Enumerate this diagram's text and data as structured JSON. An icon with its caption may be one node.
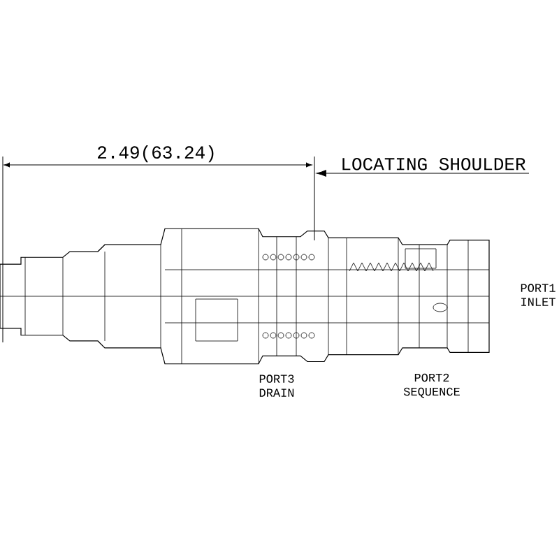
{
  "diagram": {
    "nodes": [
      {
        "text": [
          "LOCATING SHOULDER"
        ]
      },
      {
        "text": [],
        "shape": "bar"
      }
    ],
    "edges": [
      {
        "from": 0,
        "to": 1,
        "arrow": "to"
      }
    ],
    "labels": [
      "2.49(63.24)",
      "PORT1 INLET",
      "PORT3 DRAIN",
      "PORT2 SEQUENCE"
    ]
  }
}
